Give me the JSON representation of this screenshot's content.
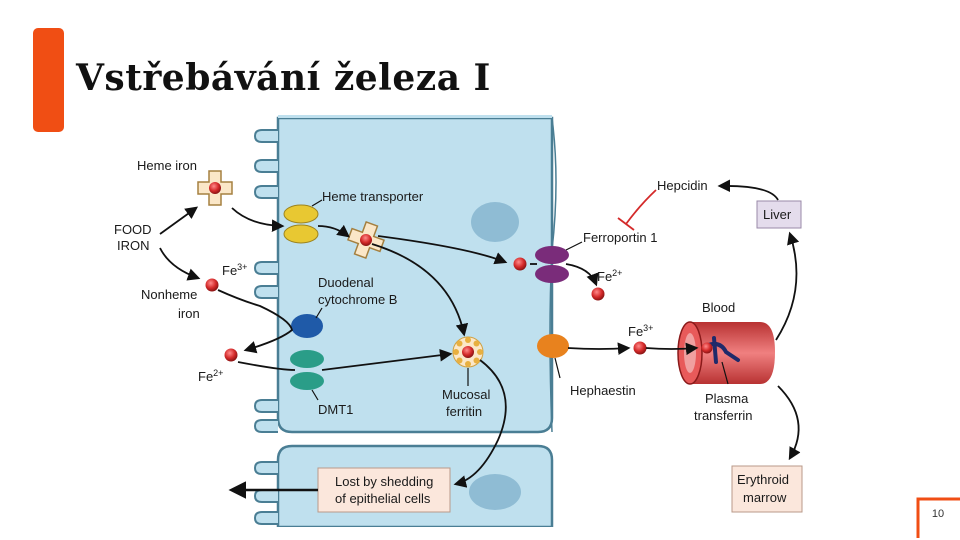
{
  "slide": {
    "title": "Vstřebávání železa I",
    "page_number": "10",
    "accent_color": "#f04e14"
  },
  "diagram": {
    "labels": {
      "heme_iron": "Heme iron",
      "food_iron_line1": "FOOD",
      "food_iron_line2": "IRON",
      "fe3_left": "Fe",
      "fe3_left_sup": "3+",
      "nonheme_line1": "Nonheme",
      "nonheme_line2": "iron",
      "fe2_left": "Fe",
      "fe2_left_sup": "2+",
      "heme_transporter": "Heme transporter",
      "duodenal_line1": "Duodenal",
      "duodenal_line2": "cytochrome B",
      "dmt1": "DMT1",
      "mucosal_line1": "Mucosal",
      "mucosal_line2": "ferritin",
      "lost_line1": "Lost by shedding",
      "lost_line2": "of epithelial cells",
      "ferroportin": "Ferroportin 1",
      "hepcidin": "Hepcidin",
      "liver": "Liver",
      "fe2_right": "Fe",
      "fe2_right_sup": "2+",
      "fe3_right": "Fe",
      "fe3_right_sup": "3+",
      "hephaestin": "Hephaestin",
      "blood": "Blood",
      "plasma_line1": "Plasma",
      "plasma_line2": "transferrin",
      "erythroid_line1": "Erythroid",
      "erythroid_line2": "marrow"
    },
    "colors": {
      "cell": "#bfe0ee",
      "cell_border": "#4a7e94",
      "nucleus": "#8fbcd4",
      "heme_transporter": "#e8c832",
      "duodenal_cytb": "#1f5aa8",
      "dmt1": "#2a9d88",
      "ferroportin": "#7a2c7a",
      "hephaestin": "#e8821e",
      "iron_atom": "#d42a2a",
      "liver_box": "#e4dcec",
      "lost_box": "#fbe7dc",
      "blood_vessel": "#d84a4a",
      "hepcidin_inhibit": "#d42a2a"
    }
  }
}
